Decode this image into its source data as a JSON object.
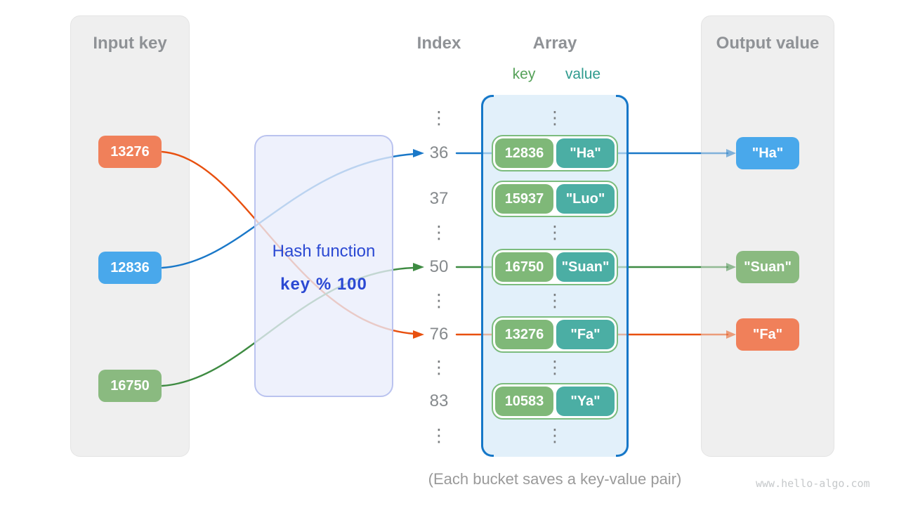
{
  "input_panel": {
    "title": "Input key",
    "keys": [
      {
        "label": "13276",
        "color": "orange"
      },
      {
        "label": "12836",
        "color": "blue"
      },
      {
        "label": "16750",
        "color": "green"
      }
    ]
  },
  "hash_function": {
    "title": "Hash function",
    "formula": "key % 100"
  },
  "index_column": {
    "title": "Index",
    "rows": [
      "⋮",
      "36",
      "37",
      "⋮",
      "50",
      "⋮",
      "76",
      "⋮",
      "83",
      "⋮"
    ]
  },
  "array_panel": {
    "title": "Array",
    "key_header": "key",
    "value_header": "value",
    "dots": "⋮",
    "pairs": [
      {
        "key": "12836",
        "value": "\"Ha\""
      },
      {
        "key": "15937",
        "value": "\"Luo\""
      },
      {
        "key": "16750",
        "value": "\"Suan\""
      },
      {
        "key": "13276",
        "value": "\"Fa\""
      },
      {
        "key": "10583",
        "value": "\"Ya\""
      }
    ]
  },
  "output_panel": {
    "title": "Output value",
    "values": [
      {
        "label": "\"Ha\"",
        "color": "blue"
      },
      {
        "label": "\"Suan\"",
        "color": "green"
      },
      {
        "label": "\"Fa\"",
        "color": "orange"
      }
    ]
  },
  "caption": "(Each bucket saves a key-value pair)",
  "watermark": "www.hello-algo.com",
  "colors": {
    "panel-gray": "#efefef",
    "panel-border": "#e4e4e4",
    "title-gray": "#8f9296",
    "index-gray": "#85898c",
    "orange": "#f0805a",
    "blue": "#49a8eb",
    "green": "#8aba80",
    "line-orange": "#e8500f",
    "line-blue": "#1a78c8",
    "line-green": "#3e8b42",
    "key-box-green": "#7fb878",
    "value-box-teal": "#4baea4",
    "pair-border": "#7cbc7e",
    "key-label": "#55a159",
    "value-label": "#2f9b8e",
    "hash-bg": "rgba(233,237,251,0.78)",
    "hash-border": "#bac3ef",
    "hash-text": "#2b49d3",
    "array-bg": "#e2f0fa",
    "bracket-blue": "#1577c8",
    "caption-gray": "#9a9a9a",
    "watermark-gray": "#c6c9cb"
  }
}
